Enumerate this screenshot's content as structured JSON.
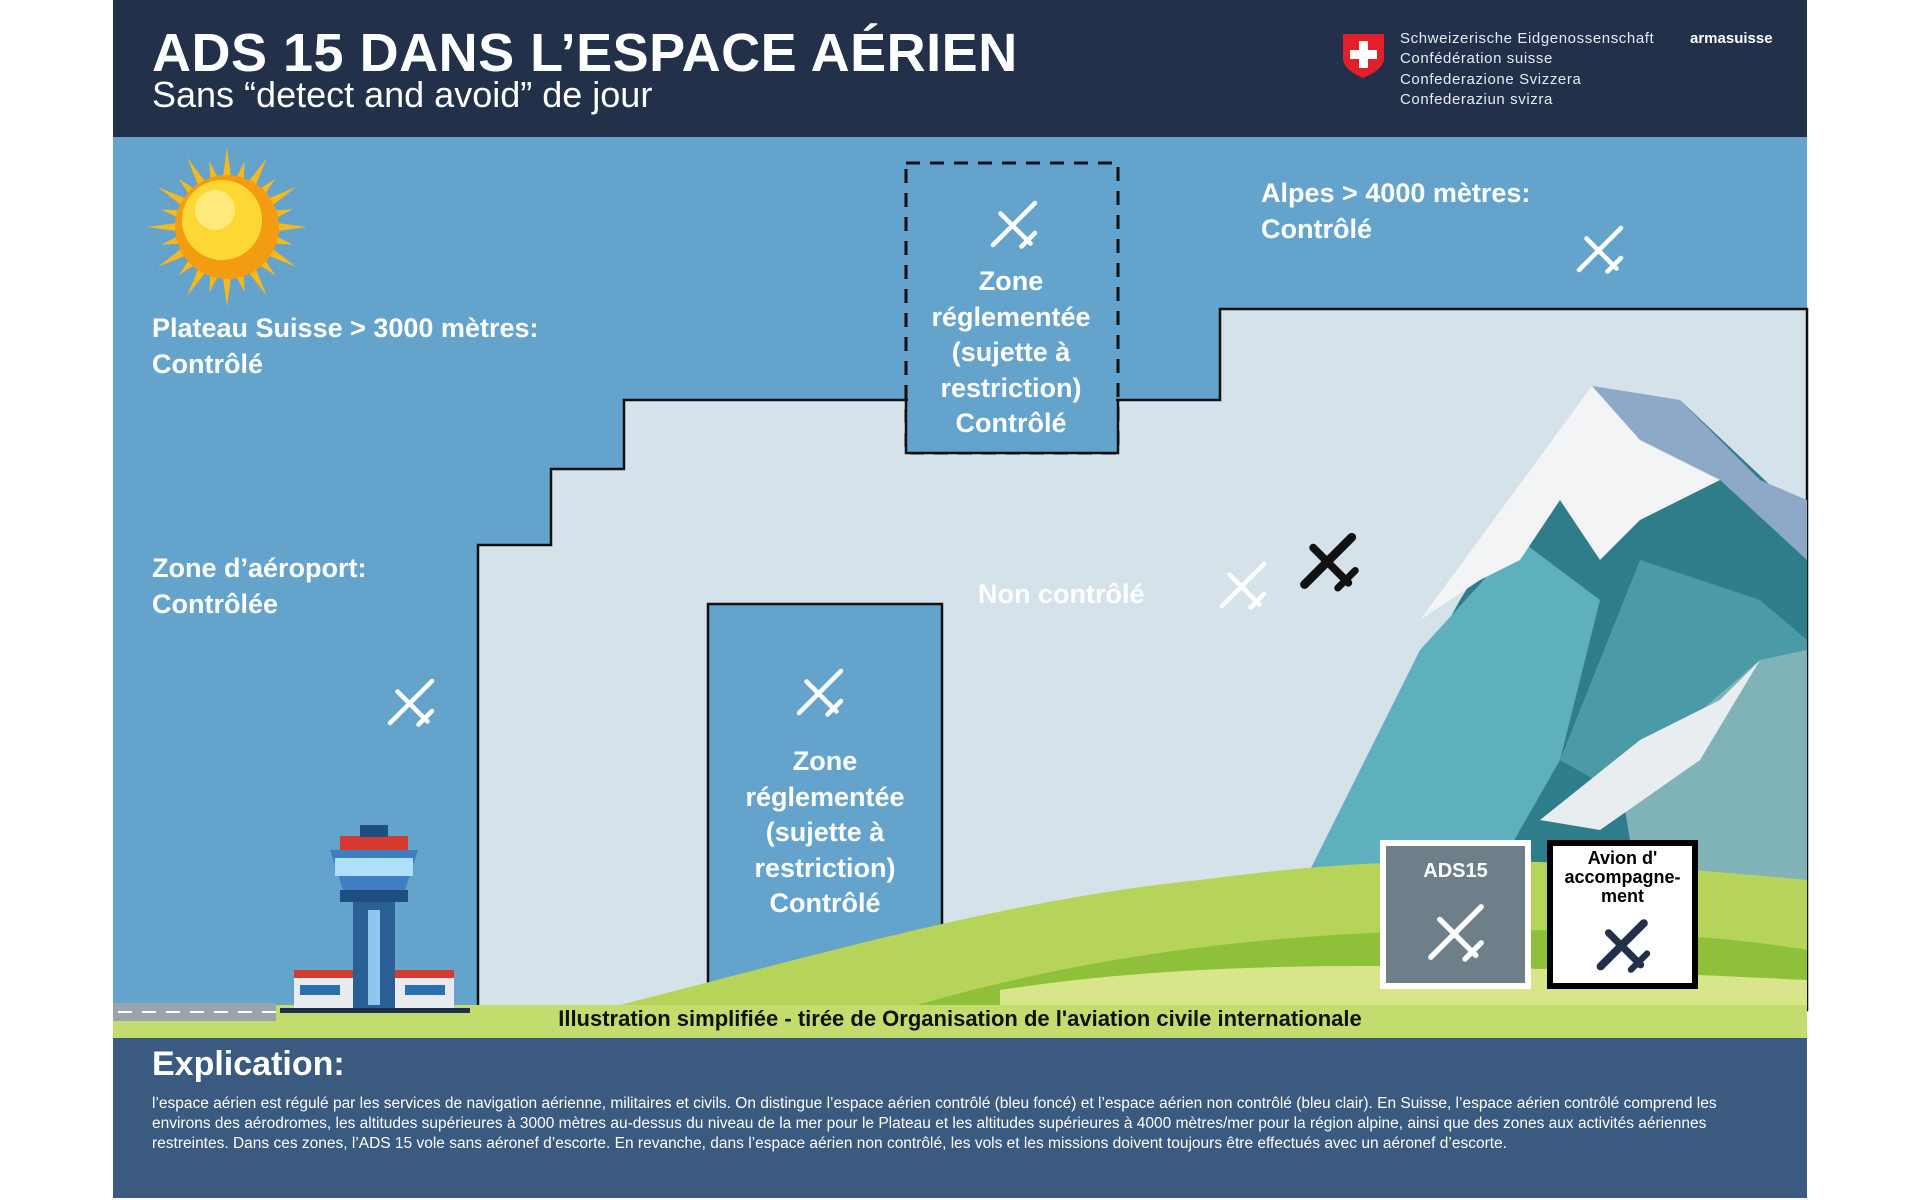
{
  "header": {
    "title": "ADS 15 DANS L’ESPACE AÉRIEN",
    "subtitle": "Sans “detect and avoid” de jour",
    "confederation": [
      "Schweizerische Eidgenossenschaft",
      "Confédération suisse",
      "Confederazione Svizzera",
      "Confederaziun svizra"
    ],
    "org": "armasuisse"
  },
  "labels": {
    "plateau": [
      "Plateau Suisse > 3000 mètres:",
      "Contrôlé"
    ],
    "alpes": [
      "Alpes > 4000 mètres:",
      "Contrôlé"
    ],
    "airport": [
      "Zone d’aéroport:",
      "Contrôlée"
    ],
    "uncontrolled": "Non contrôlé",
    "restricted_zone": [
      "Zone",
      "réglementée",
      "(sujette à",
      "restriction)",
      "Contrôlé"
    ]
  },
  "legend": {
    "ads15": "ADS15",
    "escort": [
      "Avion d'",
      "accompagne-",
      "ment"
    ]
  },
  "caption": "Illustration simplifiée - tirée de Organisation de l'aviation civile internationale",
  "explanation": {
    "title": "Explication:",
    "text": "l’espace aérien est régulé par les services de navigation aérienne, militaires et civils. On distingue l’espace aérien contrôlé (bleu foncé) et l’espace aérien non contrôlé (bleu clair). En Suisse, l’espace aérien contrôlé comprend les environs des aérodromes, les altitudes supérieures à 3000 mètres au-dessus du niveau de la mer pour le Plateau et les altitudes supérieures à 4000 mètres/mer pour la région alpine, ainsi que des zones aux activités aériennes restreintes. Dans ces zones, l’ADS 15 vole sans aéronef d’escorte. En revanche, dans l’espace aérien non contrôlé, les vols et les missions doivent toujours être effectués avec un aéronef d’escorte."
  },
  "colors": {
    "header": "#22304a",
    "controlled": "#64a4cc",
    "uncontrolled": "#d6e2ea",
    "explanation_bg": "#3b5a80",
    "swiss_red": "#e3202a"
  }
}
